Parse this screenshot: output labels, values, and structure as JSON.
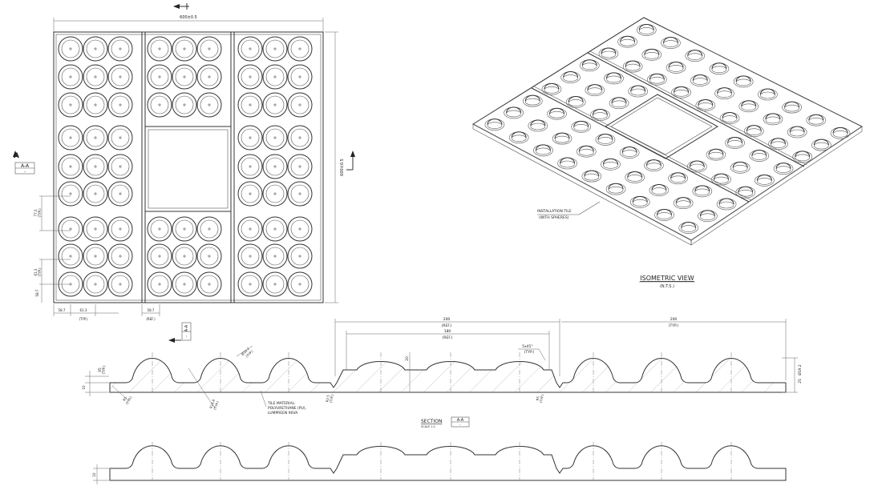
{
  "plan_view": {
    "overall_width": "600±0.5",
    "overall_height": "600±0.5",
    "section_marker": "A-A",
    "section_letter": "A",
    "dims": {
      "pitch_vertical": "77.3",
      "pitch_vertical_typ": "(TYP.)",
      "pitch_row": "61.3",
      "pitch_row_typ": "(TYP.)",
      "edge_offset": "58.7",
      "edge_left": "58.7",
      "pitch_horizontal": "61.3",
      "pitch_horizontal_typ": "(TYP.)",
      "edge_ref": "58.7",
      "edge_ref_tag": "(REF.)",
      "marker_dash": "-"
    }
  },
  "isometric": {
    "title": "ISOMETRIC VIEW",
    "subtitle": "(N.T.S.)",
    "callout_line1": "INSTALLATION TILE",
    "callout_line2": "(WITH SPHERES)"
  },
  "section": {
    "title": "SECTION",
    "tag": "A-A",
    "scale": "SCALE 1:1",
    "tag_dash": "-",
    "dim_200_ref": "200",
    "dim_200_ref_tag": "(REF.)",
    "dim_200_typ": "200",
    "dim_200_typ_tag": "(TYP.)",
    "dim_180": "180",
    "dim_180_tag": "(REF.)",
    "dim_chamfer": "5x45°",
    "dim_chamfer_tag": "(TYP.)",
    "dim_20": "20",
    "dim_height": "Ø19.2",
    "dim_height2": "25",
    "dim_r_left": "R5",
    "dim_r_left_tag": "(TYP.)",
    "dim_r_small": "R5",
    "dim_r_small_tag": "(TYP.)",
    "dim_base": "10",
    "dim_base2": "10",
    "dim_r_mid": "R2.5",
    "dim_r_mid_tag": "(TYP.)",
    "dim_r_right": "R5",
    "dim_r_right_tag": "(TYP.)",
    "dim_sphere": "Ø16.2",
    "dim_sphere_tag": "(TYP.)",
    "dim_sphere2": "R18.8",
    "dim_sphere2_tag": "(TYP.)",
    "material1": "TILE MATERIAL:",
    "material2": "POLYURETHANE (PU),",
    "material3": "LUMPREEN 90VA"
  }
}
